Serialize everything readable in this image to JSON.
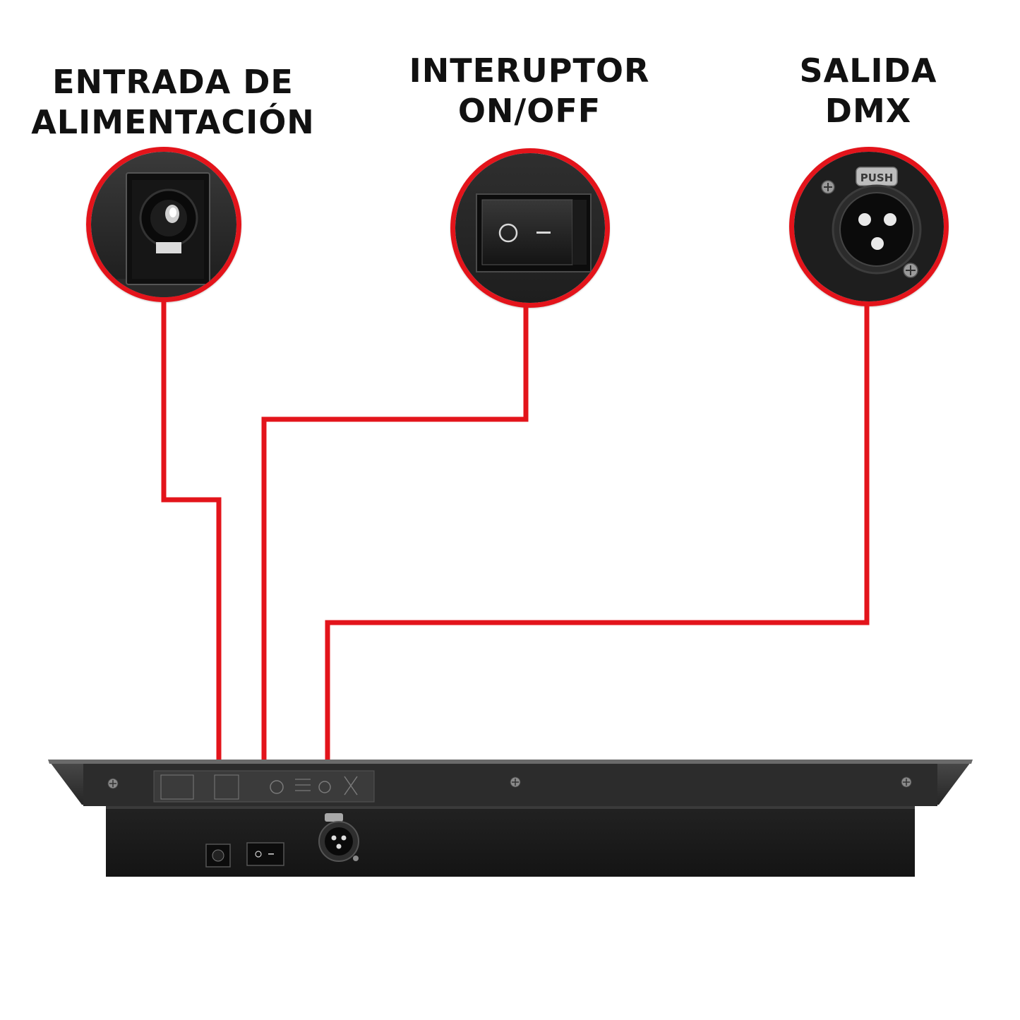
{
  "callouts": {
    "power": {
      "line1": "ENTRADA DE",
      "line2": "ALIMENTACIÓN"
    },
    "switch": {
      "line1": "INTERUPTOR",
      "line2": "ON/OFF"
    },
    "dmx": {
      "line1": "SALIDA",
      "line2": "DMX"
    }
  },
  "device": {
    "connector_tab": "PUSH"
  },
  "colors": {
    "accent_red": "#e3141b",
    "device_black": "#1a1a1a",
    "label_dark": "#111111"
  }
}
